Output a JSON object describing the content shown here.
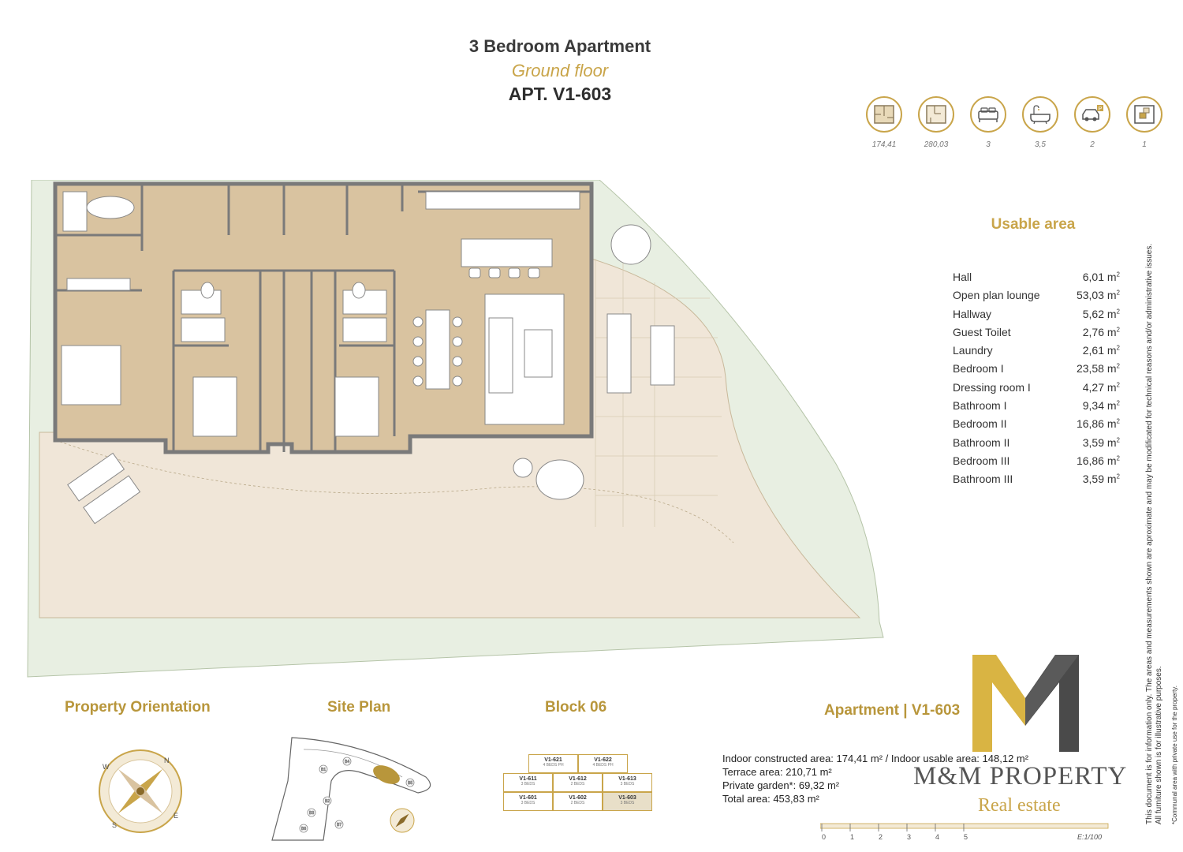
{
  "header": {
    "title": "3 Bedroom Apartment",
    "subtitle": "Ground floor",
    "apartment": "APT. V1-603"
  },
  "features": [
    {
      "icon": "constructed-area-icon",
      "value": "174,41"
    },
    {
      "icon": "total-area-icon",
      "value": "280,03"
    },
    {
      "icon": "bed-icon",
      "value": "3"
    },
    {
      "icon": "bathtub-icon",
      "value": "3,5"
    },
    {
      "icon": "parking-icon",
      "value": "2"
    },
    {
      "icon": "storage-icon",
      "value": "1"
    }
  ],
  "usable_area": {
    "title": "Usable area",
    "unit": "m",
    "rows": [
      {
        "name": "Hall",
        "value": "6,01"
      },
      {
        "name": "Open plan lounge",
        "value": "53,03"
      },
      {
        "name": "Hallway",
        "value": "5,62"
      },
      {
        "name": "Guest Toilet",
        "value": "2,76"
      },
      {
        "name": "Laundry",
        "value": "2,61"
      },
      {
        "name": "Bedroom I",
        "value": "23,58"
      },
      {
        "name": "Dressing room I",
        "value": "4,27"
      },
      {
        "name": "Bathroom I",
        "value": "9,34"
      },
      {
        "name": "Bedroom II",
        "value": "16,86"
      },
      {
        "name": "Bathroom II",
        "value": "3,59"
      },
      {
        "name": "Bedroom III",
        "value": "16,86"
      },
      {
        "name": "Bathroom III",
        "value": "3,59"
      }
    ]
  },
  "disclaimer": {
    "line1": "This document is for information only. The areas and measurements shown are aproximate and may be modificated for technical reasons and/or administrative issues.",
    "line2": "All furniture shown is for illustrative purposes.",
    "line3": "*Communal area with private use for the property."
  },
  "sections": {
    "orientation": "Property Orientation",
    "site_plan": "Site Plan",
    "block": "Block 06"
  },
  "compass": {
    "n": "N",
    "e": "E",
    "s": "S",
    "w": "W"
  },
  "site_units": [
    "B1",
    "B2",
    "B3",
    "B4",
    "B5",
    "B6",
    "B7"
  ],
  "block_units": [
    {
      "name": "V1-621",
      "beds": "4 BEDS PH"
    },
    {
      "name": "V1-622",
      "beds": "4 BEDS PH"
    },
    {
      "name": "V1-611",
      "beds": "3 BEDS"
    },
    {
      "name": "V1-612",
      "beds": "2 BEDS"
    },
    {
      "name": "V1-613",
      "beds": "3 BEDS"
    },
    {
      "name": "V1-601",
      "beds": "3 BEDS"
    },
    {
      "name": "V1-602",
      "beds": "2 BEDS"
    },
    {
      "name": "V1-603",
      "beds": "3 BEDS"
    }
  ],
  "apartment_summary": {
    "title": "Apartment | V1-603",
    "line1": "Indoor constructed area: 174,41  m² / Indoor usable area: 148,12 m²",
    "line2": "Terrace area: 210,71 m²",
    "line3": "Private garden*: 69,32 m²",
    "line4": "Total area: 453,83 m²"
  },
  "brand": {
    "name": "M&M PROPERTY",
    "tagline": "Real estate",
    "gold": "#c9a54a",
    "dark": "#4a4a4a"
  },
  "scale": {
    "ticks": [
      "0",
      "1",
      "2",
      "3",
      "4",
      "5"
    ],
    "ratio": "E:1/100"
  },
  "colors": {
    "interior": "#d9c3a0",
    "terrace": "#f0e6d8",
    "garden": "#e8efe2",
    "wall": "#7a7a7a"
  }
}
